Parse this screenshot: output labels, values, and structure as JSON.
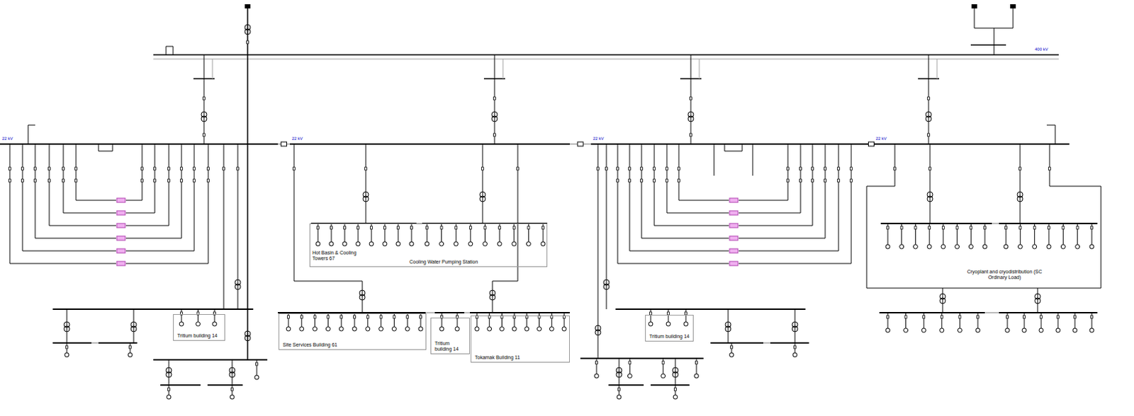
{
  "diagram": {
    "nodes": [
      {
        "text": [
          "Cooling Water Pumping Station"
        ]
      },
      {
        "text": [
          "Tritium building 14"
        ]
      },
      {
        "text": [
          "Site Services Building 61"
        ]
      },
      {
        "text": [
          "Tritium building 14"
        ]
      },
      {
        "text": [
          "Tokamak Building 11"
        ]
      },
      {
        "text": [
          "Tritium building 14"
        ]
      }
    ],
    "labels": [
      "400 kV",
      "22 kV",
      "22 kV",
      "22 kV",
      "22 kV",
      "Hot Basin & Cooling Towers 67",
      "Cryoplant and cryodistribution (SC Ordinary Load)"
    ]
  }
}
